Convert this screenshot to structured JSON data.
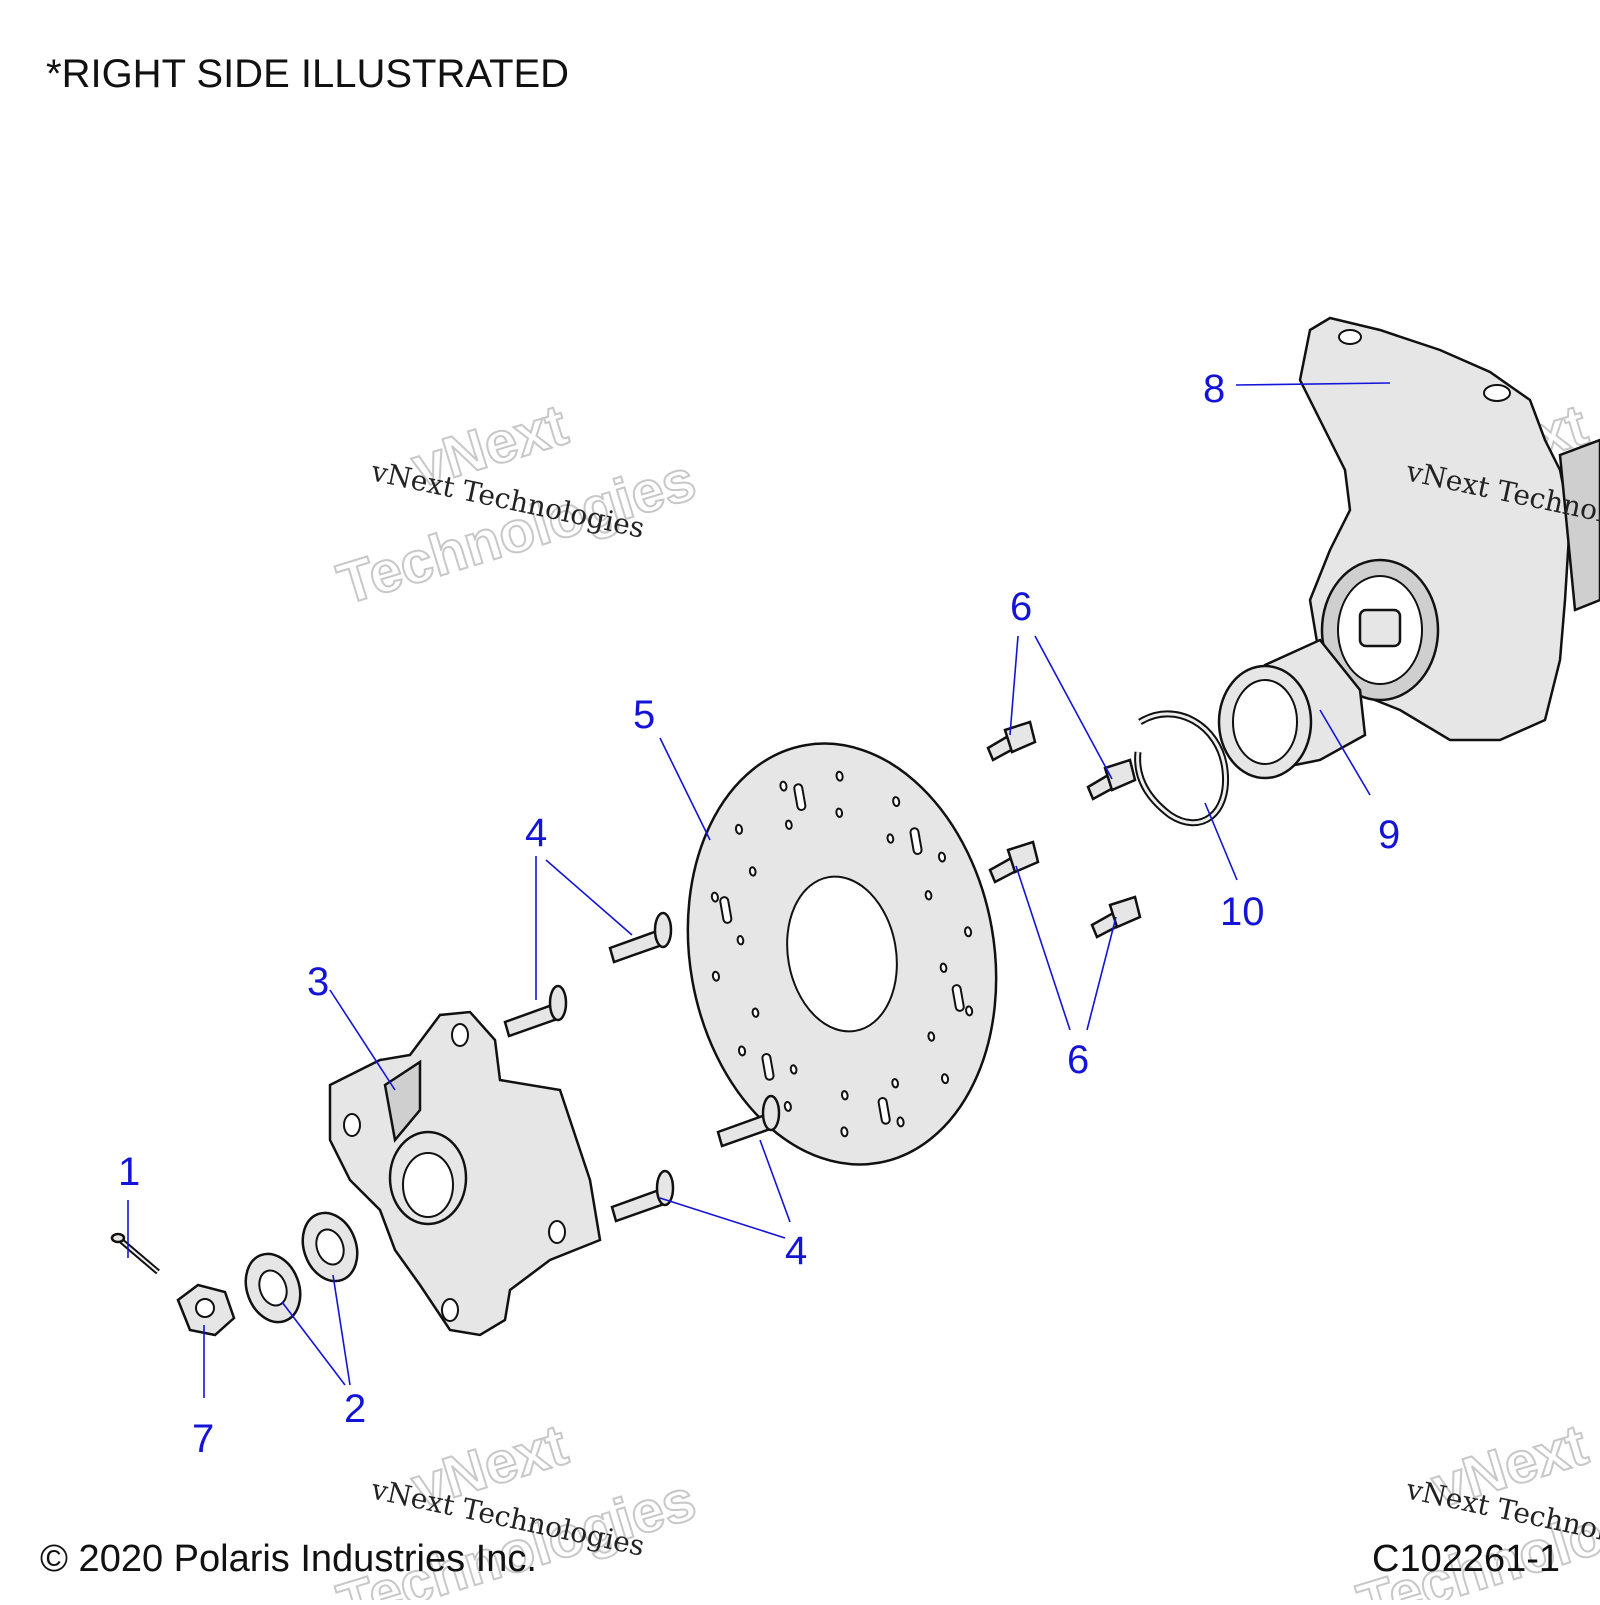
{
  "heading": "*RIGHT SIDE ILLUSTRATED",
  "footer": {
    "copyright": "© 2020 Polaris Industries Inc.",
    "figure_code": "C102261-1"
  },
  "watermark": {
    "line_serif": "vNext Technologies",
    "word1": "vNext",
    "word2": "Technologies"
  },
  "callouts": {
    "c1": "1",
    "c2": "2",
    "c3": "3",
    "c4a": "4",
    "c4b": "4",
    "c5": "5",
    "c6a": "6",
    "c6b": "6",
    "c7": "7",
    "c8": "8",
    "c9": "9",
    "c10": "10"
  },
  "colors": {
    "callout": "#1414d8",
    "part_fill": "#e6e6e6",
    "outline": "#111111"
  }
}
